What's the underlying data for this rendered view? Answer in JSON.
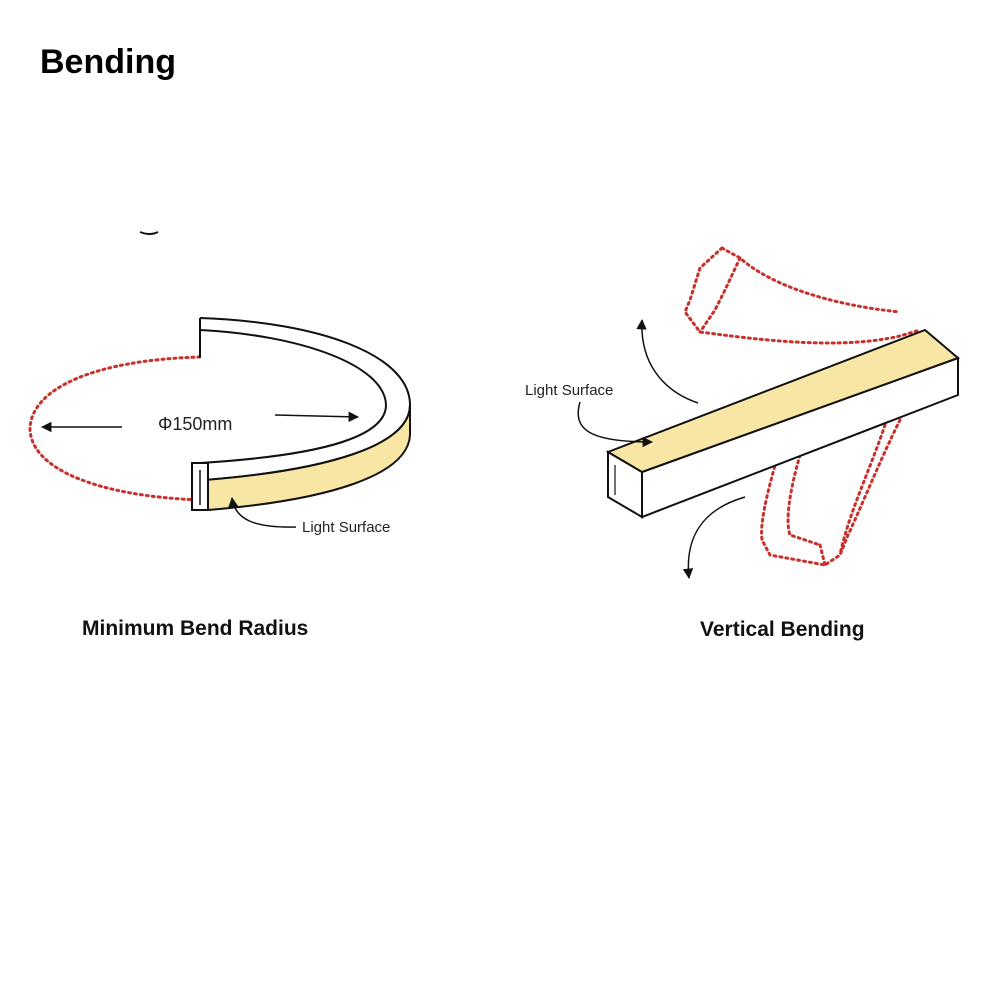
{
  "page": {
    "title": "Bending"
  },
  "colors": {
    "light_surface": "#F8E7A4",
    "outline": "#111111",
    "dotted_guide": "#C8302C",
    "text": "#222222"
  },
  "left_figure": {
    "diameter_label": "Φ150mm",
    "light_surface_label": "Light Surface",
    "caption": "Minimum Bend Radius"
  },
  "right_figure": {
    "light_surface_label": "Light Surface",
    "caption": "Vertical Bending"
  }
}
